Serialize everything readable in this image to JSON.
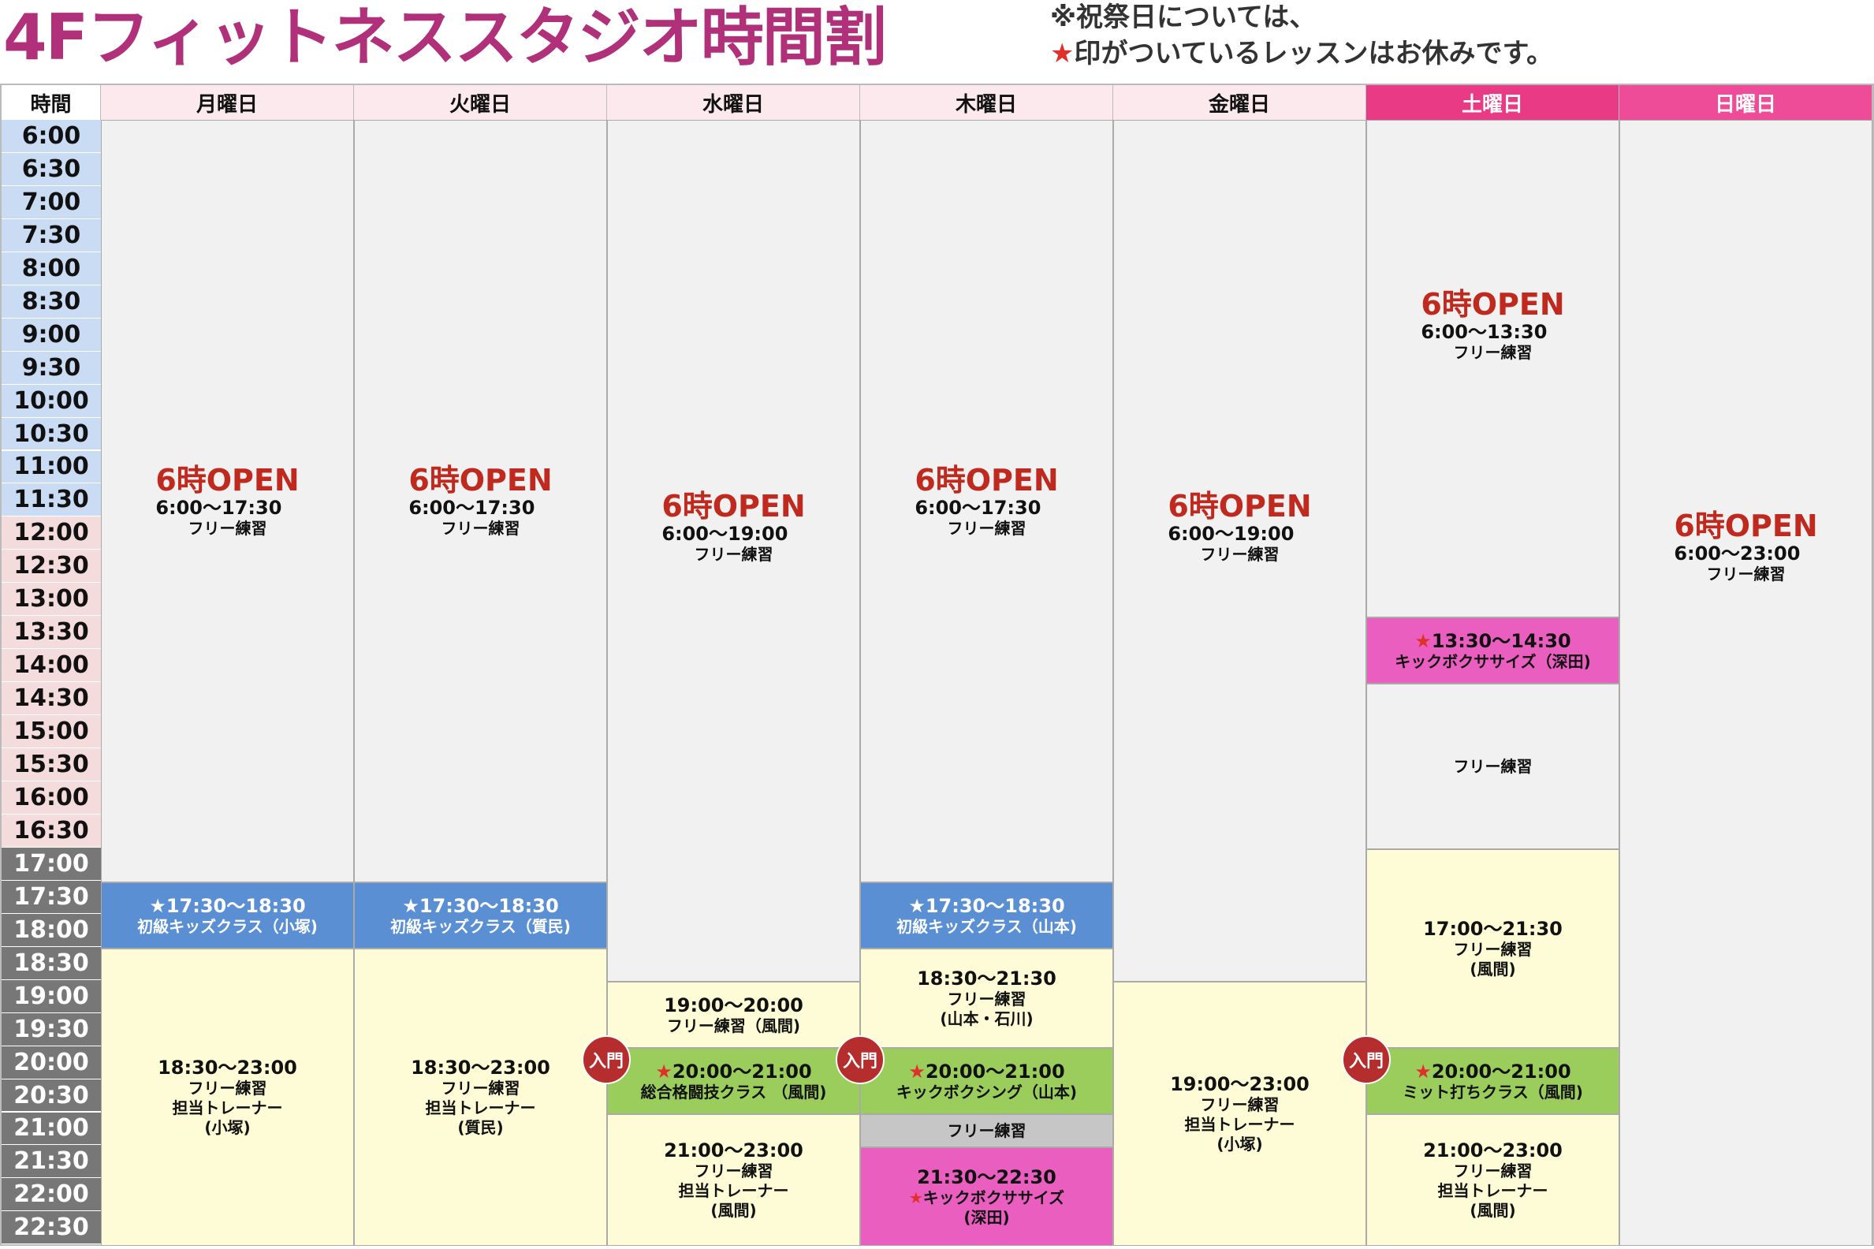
{
  "title": "4Fフィットネススタジオ時間割",
  "notes": {
    "line1": "※祝祭日については、",
    "line2_star": "★",
    "line2": "印がついているレッスンはお休みです。"
  },
  "header": {
    "time": "時間",
    "days": [
      "月曜日",
      "火曜日",
      "水曜日",
      "木曜日",
      "金曜日",
      "土曜日",
      "日曜日"
    ]
  },
  "times": [
    "6:00",
    "6:30",
    "7:00",
    "7:30",
    "8:00",
    "8:30",
    "9:00",
    "9:30",
    "10:00",
    "10:30",
    "11:00",
    "11:30",
    "12:00",
    "12:30",
    "13:00",
    "13:30",
    "14:00",
    "14:30",
    "15:00",
    "15:30",
    "16:00",
    "16:30",
    "17:00",
    "17:30",
    "18:00",
    "18:30",
    "19:00",
    "19:30",
    "20:00",
    "20:30",
    "21:00",
    "21:30",
    "22:00",
    "22:30"
  ],
  "badge": "入門",
  "open_label": "6時OPEN",
  "free": "フリー練習",
  "mon": {
    "open_range": "6:00〜17:30",
    "kids_time": "★17:30〜18:30",
    "kids_label": "初級キッズクラス（小塚)",
    "eve_time": "18:30〜23:00",
    "eve_l1": "フリー練習",
    "eve_l2": "担当トレーナー",
    "eve_l3": "(小塚)"
  },
  "tue": {
    "open_range": "6:00〜17:30",
    "kids_time": "★17:30〜18:30",
    "kids_label": "初級キッズクラス（質民)",
    "eve_time": "18:30〜23:00",
    "eve_l1": "フリー練習",
    "eve_l2": "担当トレーナー",
    "eve_l3": "(質民)"
  },
  "wed": {
    "open_range": "6:00〜19:00",
    "b1_time": "19:00〜20:00",
    "b1_label": "フリー練習（風間)",
    "b2_star": "★",
    "b2_time": "20:00〜21:00",
    "b2_label": "総合格闘技クラス （風間)",
    "b3_time": "21:00〜23:00",
    "b3_l1": "フリー練習",
    "b3_l2": "担当トレーナー",
    "b3_l3": "(風間)"
  },
  "thu": {
    "open_range": "6:00〜17:30",
    "kids_time": "★17:30〜18:30",
    "kids_label": "初級キッズクラス（山本)",
    "b1_time": "18:30〜21:30",
    "b1_l1": "フリー練習",
    "b1_l2": "(山本・石川)",
    "b2_star": "★",
    "b2_time": "20:00〜21:00",
    "b2_label": "キックボクシング（山本)",
    "b3_label": "フリー練習",
    "b4_time": "21:30〜22:30",
    "b4_star": "★",
    "b4_label": "キックボクササイズ",
    "b4_l3": "(深田)"
  },
  "fri": {
    "open_range": "6:00〜19:00",
    "eve_time": "19:00〜23:00",
    "eve_l1": "フリー練習",
    "eve_l2": "担当トレーナー",
    "eve_l3": "(小塚)"
  },
  "sat": {
    "open_range": "6:00〜13:30",
    "b1_star": "★",
    "b1_time": "13:30〜14:30",
    "b1_label": "キックボクササイズ（深田)",
    "b2_label": "フリー練習",
    "b3_time": "17:00〜21:30",
    "b3_l1": "フリー練習",
    "b3_l2": "(風間)",
    "b4_star": "★",
    "b4_time": "20:00〜21:00",
    "b4_label": "ミット打ちクラス（風間)",
    "b5_time": "21:00〜23:00",
    "b5_l1": "フリー練習",
    "b5_l2": "担当トレーナー",
    "b5_l3": "(風間)"
  },
  "sun": {
    "open_range": "6:00〜23:00"
  },
  "colors": {
    "title": "#b0307a",
    "open": "#c0291e",
    "blue": "#5b8fd3",
    "yellow": "#fdfcd6",
    "green": "#9acd5c",
    "pink": "#ea5ec0",
    "saturday_header": "#e93a86"
  }
}
